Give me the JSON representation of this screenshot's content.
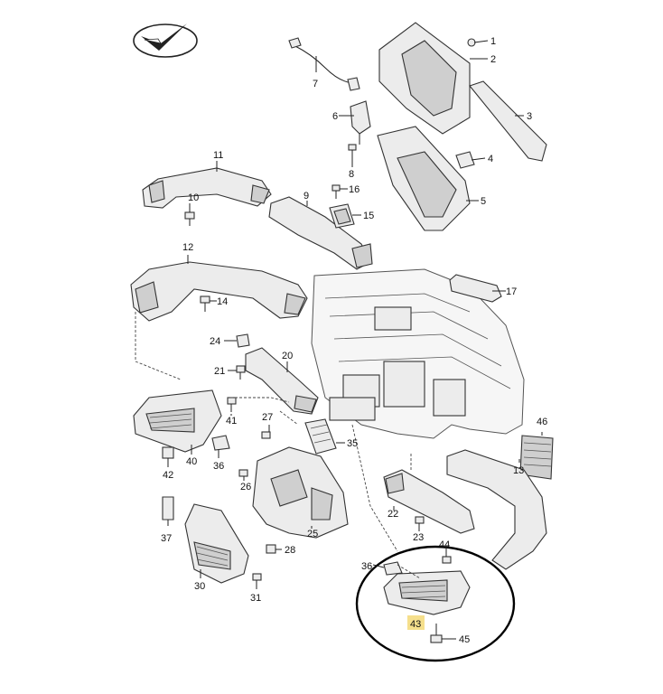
{
  "callouts": [
    {
      "id": "1",
      "label": "1"
    },
    {
      "id": "2",
      "label": "2"
    },
    {
      "id": "3",
      "label": "3"
    },
    {
      "id": "4",
      "label": "4"
    },
    {
      "id": "5",
      "label": "5"
    },
    {
      "id": "6",
      "label": "6"
    },
    {
      "id": "7",
      "label": "7"
    },
    {
      "id": "8",
      "label": "8"
    },
    {
      "id": "9",
      "label": "9"
    },
    {
      "id": "10",
      "label": "10"
    },
    {
      "id": "11",
      "label": "11"
    },
    {
      "id": "12",
      "label": "12"
    },
    {
      "id": "13",
      "label": "13"
    },
    {
      "id": "14",
      "label": "14"
    },
    {
      "id": "15",
      "label": "15"
    },
    {
      "id": "16",
      "label": "16"
    },
    {
      "id": "17",
      "label": "17"
    },
    {
      "id": "20",
      "label": "20"
    },
    {
      "id": "21",
      "label": "21"
    },
    {
      "id": "22",
      "label": "22"
    },
    {
      "id": "23",
      "label": "23"
    },
    {
      "id": "24",
      "label": "24"
    },
    {
      "id": "25",
      "label": "25"
    },
    {
      "id": "26",
      "label": "26"
    },
    {
      "id": "27",
      "label": "27"
    },
    {
      "id": "28",
      "label": "28"
    },
    {
      "id": "30",
      "label": "30"
    },
    {
      "id": "31",
      "label": "31"
    },
    {
      "id": "35",
      "label": "35"
    },
    {
      "id": "36a",
      "label": "36"
    },
    {
      "id": "36b",
      "label": "36"
    },
    {
      "id": "37",
      "label": "37"
    },
    {
      "id": "40",
      "label": "40"
    },
    {
      "id": "41",
      "label": "41"
    },
    {
      "id": "42",
      "label": "42"
    },
    {
      "id": "43",
      "label": "43",
      "highlight": "#f5df8c"
    },
    {
      "id": "44",
      "label": "44"
    },
    {
      "id": "45",
      "label": "45"
    },
    {
      "id": "46",
      "label": "46"
    }
  ],
  "icons": {
    "logo": "check-arrow-logo-icon",
    "highlight_ring": "ellipse-ring"
  },
  "colors": {
    "line": "#333333",
    "fill": "#ececec",
    "highlight": "#f5df8c",
    "ring": "#000000"
  }
}
